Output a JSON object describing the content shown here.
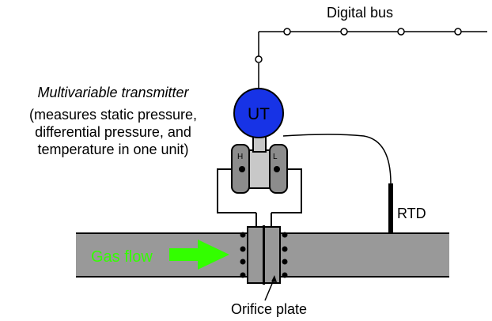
{
  "labels": {
    "digital_bus": "Digital bus",
    "title": "Multivariable transmitter",
    "desc_1": "(measures static pressure,",
    "desc_2": "differential pressure, and",
    "desc_3": "temperature in one unit)",
    "ut": "UT",
    "high_port": "H",
    "low_port": "L",
    "rtd": "RTD",
    "gas_flow": "Gas flow",
    "orifice_plate": "Orifice plate"
  },
  "colors": {
    "ut_fill": "#1733e6",
    "pipe_fill": "#999999",
    "gas_flow": "#33ff00",
    "body_fill": "#c8c8c8",
    "capsule_fill": "#8c8c8c"
  }
}
